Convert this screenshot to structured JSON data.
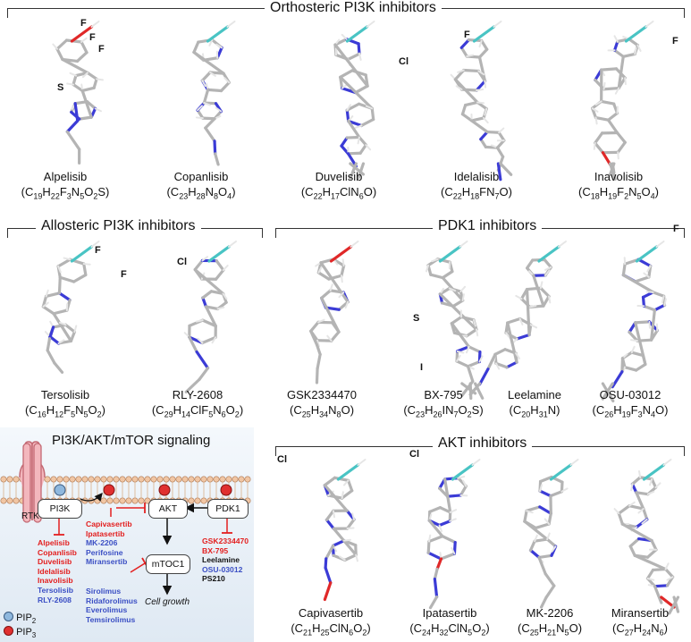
{
  "sections": {
    "orthosteric": "Orthosteric PI3K inhibitors",
    "allosteric": "Allosteric PI3K inhibitors",
    "pdk1": "PDK1 inhibitors",
    "akt": "AKT inhibitors",
    "signaling": "PI3K/AKT/mTOR signaling"
  },
  "orthosteric": [
    {
      "name": "Alpelisib",
      "formula": "(C19H22F3N5O2S)"
    },
    {
      "name": "Copanlisib",
      "formula": "(C23H28N8O4)"
    },
    {
      "name": "Duvelisib",
      "formula": "(C22H17ClN6O)"
    },
    {
      "name": "Idelalisib",
      "formula": "(C22H18FN7O)"
    },
    {
      "name": "Inavolisib",
      "formula": "(C18H19F2N5O4)"
    }
  ],
  "allosteric": [
    {
      "name": "Tersolisib",
      "formula": "(C16H12F5N5O2)"
    },
    {
      "name": "RLY-2608",
      "formula": "(C29H14ClF5N6O2)"
    }
  ],
  "pdk1": [
    {
      "name": "GSK2334470",
      "formula": "(C25H34N8O)"
    },
    {
      "name": "BX-795",
      "formula": "(C23H26IN7O2S)"
    },
    {
      "name": "Leelamine",
      "formula": "(C20H31N)"
    },
    {
      "name": "OSU-03012",
      "formula": "(C26H19F3N4O)"
    }
  ],
  "akt": [
    {
      "name": "Capivasertib",
      "formula": "(C21H25ClN6O2)"
    },
    {
      "name": "Ipatasertib",
      "formula": "(C24H32ClN5O2)"
    },
    {
      "name": "MK-2206",
      "formula": "(C25H21N5O)"
    },
    {
      "name": "Miransertib",
      "formula": "(C27H24N6)"
    }
  ],
  "atoms": {
    "F": "F",
    "Cl": "Cl",
    "S": "S",
    "I": "I"
  },
  "pathway": {
    "rtk": "RTK",
    "pi3k": "PI3K",
    "akt": "AKT",
    "pdk1": "PDK1",
    "mtoc1": "mTOC1",
    "cell_growth": "Cell growth",
    "pip2": "PIP",
    "pip2_sub": "2",
    "pip3": "PIP",
    "pip3_sub": "3",
    "pi3k_drugs": [
      {
        "text": "Alpelisib",
        "color": "red"
      },
      {
        "text": "Copanlisib",
        "color": "red"
      },
      {
        "text": "Duvelisib",
        "color": "red"
      },
      {
        "text": "Idelalisib",
        "color": "red"
      },
      {
        "text": "Inavolisib",
        "color": "red"
      },
      {
        "text": "Tersolisib",
        "color": "blue"
      },
      {
        "text": "RLY-2608",
        "color": "blue"
      }
    ],
    "akt_drugs": [
      {
        "text": "Capivasertib",
        "color": "red"
      },
      {
        "text": "Ipatasertib",
        "color": "red"
      },
      {
        "text": "MK-2206",
        "color": "blue"
      },
      {
        "text": "Perifosine",
        "color": "blue"
      },
      {
        "text": "Miransertib",
        "color": "blue"
      }
    ],
    "pdk1_drugs": [
      {
        "text": "GSK2334470",
        "color": "red"
      },
      {
        "text": "BX-795",
        "color": "red"
      },
      {
        "text": "Leelamine",
        "color": "black"
      },
      {
        "text": "OSU-03012",
        "color": "blue"
      },
      {
        "text": "PS210",
        "color": "black"
      }
    ],
    "mtor_drugs": [
      {
        "text": "Sirolimus",
        "color": "blue"
      },
      {
        "text": "Ridaforolimus",
        "color": "blue"
      },
      {
        "text": "Everolimus",
        "color": "blue"
      },
      {
        "text": "Temsirolimus",
        "color": "blue"
      }
    ]
  },
  "colors": {
    "red_drug": "#e32020",
    "blue_drug": "#3b4fc4",
    "pip2": "#8fb8de",
    "pip3": "#e03030",
    "fluorine": "#49c4c4",
    "chlorine": "#3cc43c",
    "sulfur": "#e0c020",
    "oxygen": "#e02828",
    "nitrogen": "#3b3bd6",
    "iodine": "#a020a0",
    "carbon": "#b4b4b4"
  }
}
